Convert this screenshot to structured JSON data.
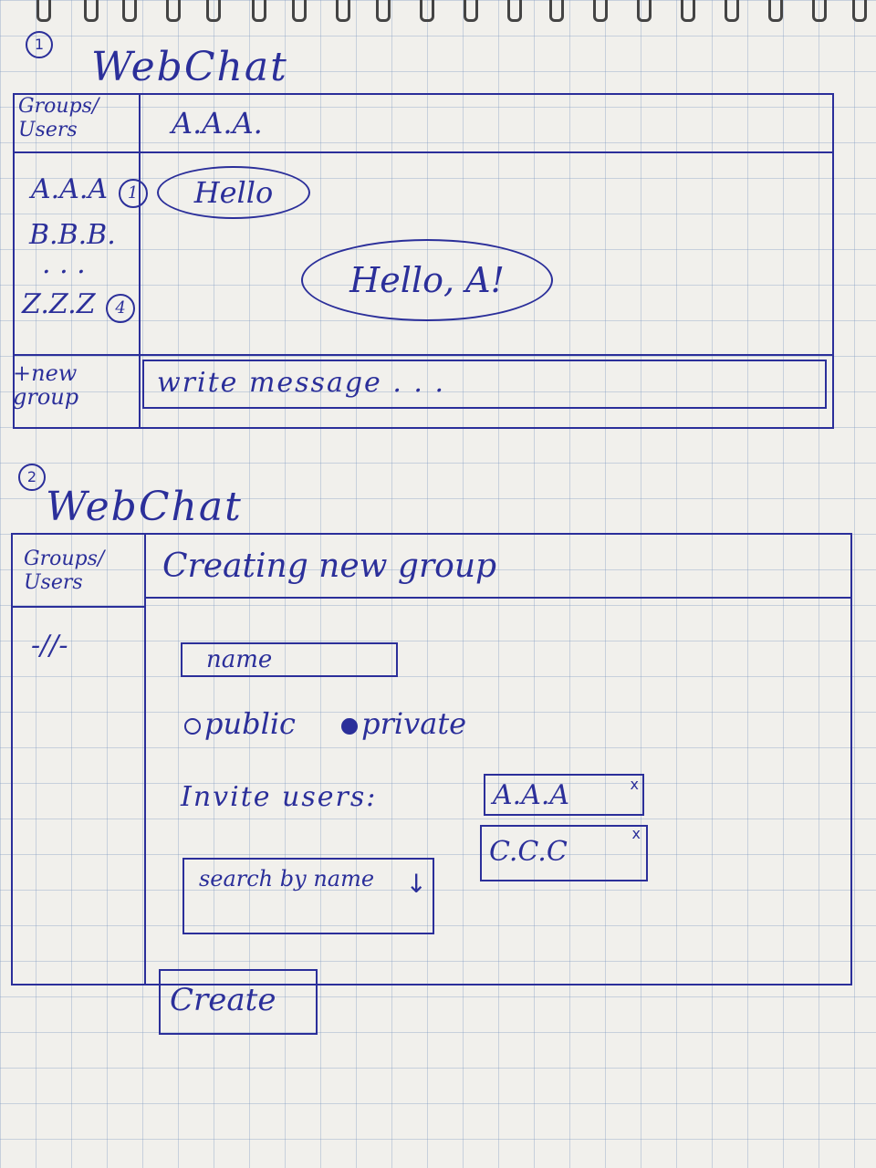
{
  "screen1": {
    "number": "1",
    "title": "WebChat",
    "sidebar_header": "Groups/ Users",
    "users": [
      {
        "name": "A.A.A",
        "badge": "1"
      },
      {
        "name": "B.B.B.",
        "badge": ""
      },
      {
        "name": ". . .",
        "badge": ""
      },
      {
        "name": "Z.Z.Z",
        "badge": "4"
      }
    ],
    "new_group_label": "+new group",
    "chat_header": "A.A.A.",
    "messages": [
      {
        "text": "Hello",
        "side": "left"
      },
      {
        "text": "Hello, A!",
        "side": "right"
      }
    ],
    "input_placeholder": "write message . . ."
  },
  "screen2": {
    "number": "2",
    "title": "WebChat",
    "sidebar_header": "Groups/ Users",
    "sidebar_placeholder": "-//-",
    "form_title": "Creating new group",
    "name_placeholder": "name",
    "visibility_options": [
      {
        "label": "public",
        "selected": false
      },
      {
        "label": "private",
        "selected": true
      }
    ],
    "invite_label": "Invite users:",
    "search_placeholder": "search by name",
    "invited_users": [
      {
        "name": "A.A.A",
        "remove": "x"
      },
      {
        "name": "C.C.C",
        "remove": "x"
      }
    ],
    "create_label": "Create"
  }
}
